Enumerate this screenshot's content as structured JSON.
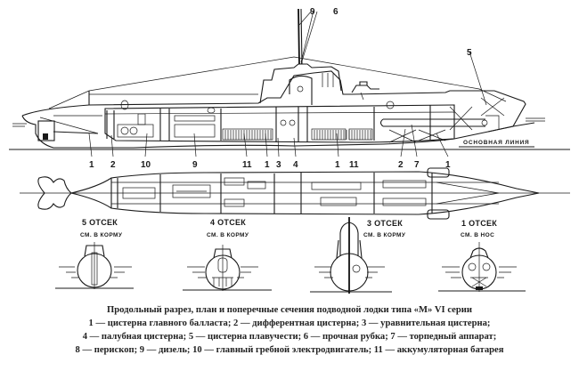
{
  "figure": {
    "title": "Продольный разрез, план и поперечные сечения подводной лодки типа «М» VI серии",
    "legend_lines": [
      "1 — цистерна главного балласта; 2 — дифферентная цистерна;  3 — уравнительная цистерна;",
      "4 — палубная цистерна; 5 — цистерна плавучести; 6 — прочная рубка; 7 — торпедный аппарат;",
      "8 — перископ; 9 — дизель; 10 — главный гребной электродвигатель; 11 — аккумуляторная батарея"
    ],
    "legend": [
      {
        "num": "1",
        "name": "цистерна главного балласта"
      },
      {
        "num": "2",
        "name": "дифферентная цистерна"
      },
      {
        "num": "3",
        "name": "уравнительная цистерна"
      },
      {
        "num": "4",
        "name": "палубная цистерна"
      },
      {
        "num": "5",
        "name": "цистерна плавучести"
      },
      {
        "num": "6",
        "name": "прочная рубка"
      },
      {
        "num": "7",
        "name": "торпедный аппарат"
      },
      {
        "num": "8",
        "name": "перископ"
      },
      {
        "num": "9",
        "name": "дизель"
      },
      {
        "num": "10",
        "name": "главный гребной электродвигатель"
      },
      {
        "num": "11",
        "name": "аккумуляторная батарея"
      }
    ]
  },
  "side_view": {
    "baseline_label": "ОСНОВНАЯ ЛИНИЯ",
    "top_callouts": [
      "9",
      "6",
      "5"
    ],
    "bottom_callouts": [
      "1",
      "2",
      "10",
      "9",
      "11",
      "1",
      "3",
      "4",
      "1",
      "11",
      "2",
      "7",
      "1"
    ]
  },
  "cross_sections": [
    {
      "compartment": "5 ОТСЕК",
      "view": "СМ. В КОРМУ"
    },
    {
      "compartment": "4 ОТСЕК",
      "view": "СМ. В КОРМУ"
    },
    {
      "compartment": "3 ОТСЕК",
      "view": "СМ. В КОРМУ"
    },
    {
      "compartment": "1 ОТСЕК",
      "view": "СМ. В НОС"
    }
  ],
  "colors": {
    "ink": "#1a1a1a",
    "paper": "#ffffff"
  }
}
